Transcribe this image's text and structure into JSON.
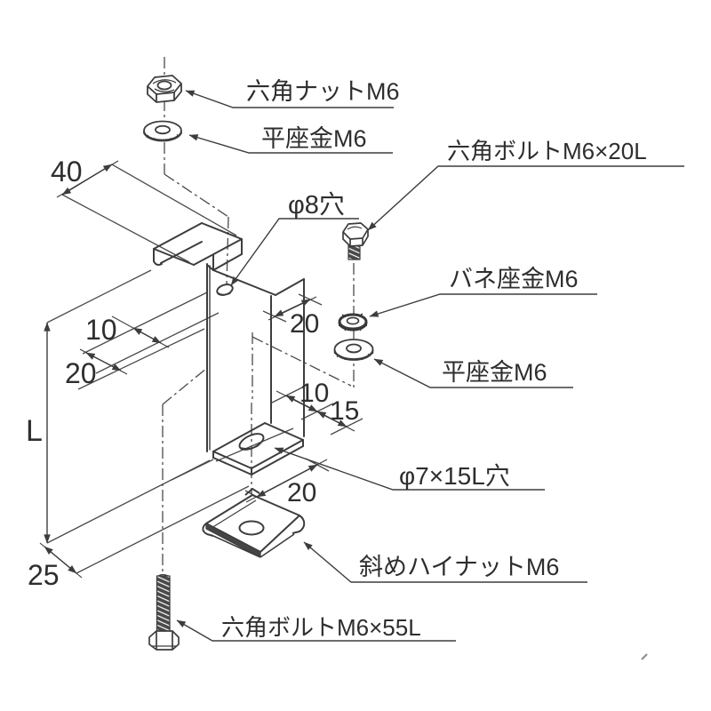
{
  "drawing": {
    "title": "bracket-assembly-exploded-view",
    "labels": {
      "hex_nut": "六角ナットM6",
      "flat_washer_top": "平座金M6",
      "hex_bolt_20l": "六角ボルトM6×20L",
      "hole_phi8": "φ8穴",
      "spring_washer": "バネ座金M6",
      "flat_washer_right": "平座金M6",
      "hole_phi7_15l": "φ7×15L穴",
      "angled_high_nut": "斜めハイナットM6",
      "hex_bolt_55l": "六角ボルトM6×55L"
    },
    "dimensions": {
      "hook_depth": "40",
      "left_upper": "10",
      "left_lower": "20",
      "top_width": "20",
      "slot_offset": "10",
      "slot_length": "15",
      "bottom_width": "20",
      "overall_height": "L",
      "bottom_offset": "25"
    },
    "colors": {
      "line": "#3d3d3d",
      "background": "#ffffff",
      "text": "#2e2e2e"
    }
  }
}
